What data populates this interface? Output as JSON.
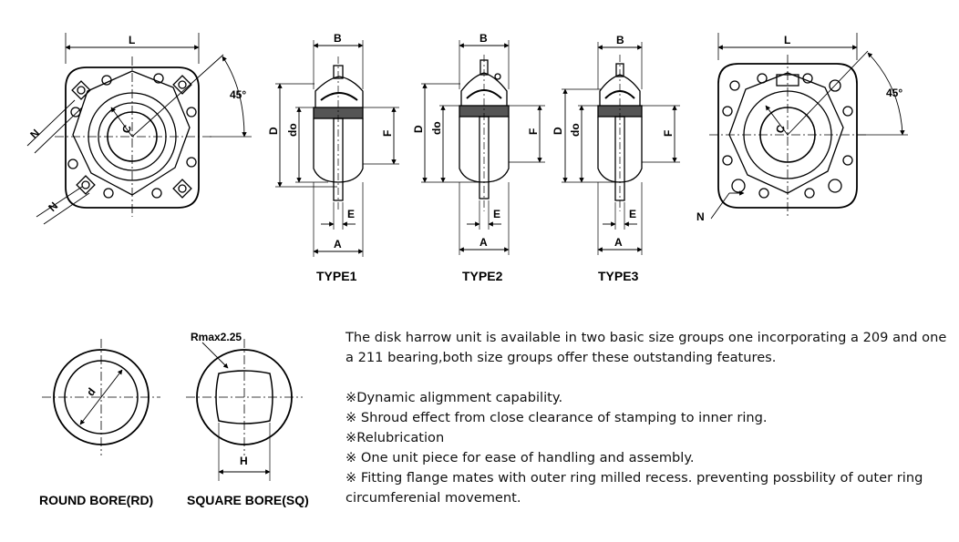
{
  "labels": {
    "L": "L",
    "B": "B",
    "N": "N",
    "C": "C",
    "D": "D",
    "d": "d",
    "do": "do",
    "F": "F",
    "E": "E",
    "A": "A",
    "H": "H",
    "angle": "45°",
    "rmax": "Rmax2.25"
  },
  "captions": {
    "type1": "TYPE1",
    "type2": "TYPE2",
    "type3": "TYPE3",
    "round_bore": "ROUND BORE(RD)",
    "square_bore": "SQUARE BORE(SQ)"
  },
  "description": {
    "intro": "The disk harrow unit is available in two basic size groups one incorporating a 209 and one a 211 bearing,both size groups offer these outstanding features.",
    "features": [
      "※Dynamic aligmment capability.",
      "※ Shroud effect from close clearance of stamping to inner ring.",
      "※Relubrication",
      "※ One unit piece for ease of handling and assembly.",
      "※ Fitting flange mates with outer ring milled recess. preventing possbility of outer ring circumferenial movement."
    ]
  }
}
